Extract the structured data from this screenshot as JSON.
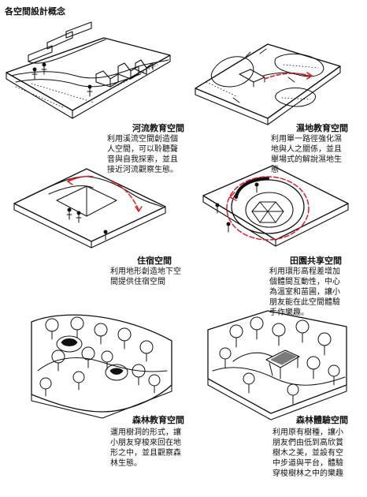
{
  "page_title": "各空間設計概念",
  "concepts": [
    {
      "title": "河流教育空間",
      "lines": [
        "利用溪流空間創造個",
        "人空間，可以聆聽聲",
        "音與自我探索，並且",
        "接近河流觀察生態。"
      ]
    },
    {
      "title": "濕地教育空間",
      "lines": [
        "利用單一路徑強化濕",
        "地與人之關係，並且",
        "舉場式的解說濕地生",
        "態"
      ]
    },
    {
      "title": "住宿空間",
      "lines": [
        "利用地形創造地下空",
        "間提供住宿空間"
      ]
    },
    {
      "title": "田園共享空間",
      "lines": [
        "利用環形高程差增加",
        "個體間互動性，中心",
        "為溫室和苗圃，讓小",
        "朋友能在此空間體驗",
        "手作樂趣。"
      ]
    },
    {
      "title": "森林教育空間",
      "lines": [
        "運用樹洞的形式，讓",
        "小朋友穿梭來回在地",
        "形之中，並且觀察森",
        "林生態。"
      ]
    },
    {
      "title": "森林體驗空間",
      "lines": [
        "利用原有樹種，讓小",
        "朋友們由低到高欣賞",
        "樹木之美，並設有空",
        "中步道與平台，體驗",
        "穿梭樹林之中的樂趣"
      ]
    }
  ],
  "colors": {
    "ink": "#111111",
    "accent_red": "#d8202a",
    "paper": "#ffffff"
  }
}
